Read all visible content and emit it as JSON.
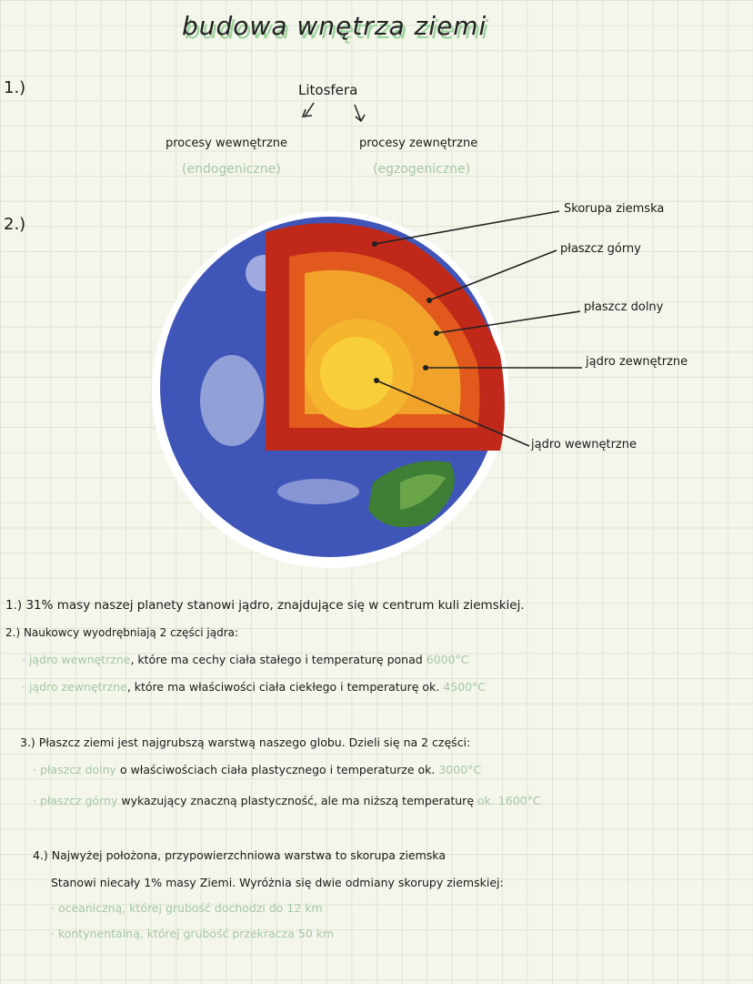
{
  "title": "budowa wnętrza ziemi",
  "section1": {
    "num": "1.)",
    "center": "Litosfera",
    "left": "procesy wewnętrzne",
    "left_sub": "(endogeniczne)",
    "right": "procesy zewnętrzne",
    "right_sub": "(egzogeniczne)"
  },
  "section2": {
    "num": "2.)",
    "labels": [
      "Skorupa ziemska",
      "płaszcz górny",
      "płaszcz dolny",
      "jądro zewnętrzne",
      "jądro wewnętrzne"
    ]
  },
  "notes": {
    "p1": "1.) 31% masy naszej planety stanowi jądro, znajdujące się w centrum kuli ziemskiej.",
    "p2": "2.) Naukowcy wyodrębniają 2 części jądra:",
    "b1_term": "· jądro wewnętrzne",
    "b1_text": ", które ma cechy ciała stałego i temperaturę ponad",
    "b1_val": "6000°C",
    "b2_term": "· jądro zewnętrzne",
    "b2_text": ", które ma właściwości ciała ciekłego i temperaturę ok.",
    "b2_val": "4500°C",
    "p3": "3.) Płaszcz ziemi jest najgrubszą warstwą naszego globu. Dzieli się na 2 części:",
    "b3_term": "· płaszcz dolny",
    "b3_text": "o właściwościach ciała plastycznego i temperaturze ok.",
    "b3_val": "3000°C",
    "b4_term": "· płaszcz górny",
    "b4_text": "wykazujący znaczną plastyczność, ale ma niższą temperaturę",
    "b4_val": "ok. 1600°C",
    "p4a": "4.) Najwyżej położona, przypowierzchniowa warstwa to skorupa ziemska",
    "p4b": "Stanowi niecały 1% masy Ziemi. Wyróżnia się dwie odmiany skorupy ziemskiej:",
    "b5": "· oceaniczną, której grubość dochodzi do 12 km",
    "b6": "· kontynentalną, której grubość przekracza 50 km"
  },
  "colors": {
    "ocean": "#3f55b8",
    "crust": "#c0281a",
    "upper_mantle": "#e2591e",
    "lower_mantle": "#f0a22a",
    "outer_core": "#f5b52e",
    "inner_core": "#f8cf3a",
    "land": "#3f7f35",
    "accent_green": "#a6c6a4"
  }
}
